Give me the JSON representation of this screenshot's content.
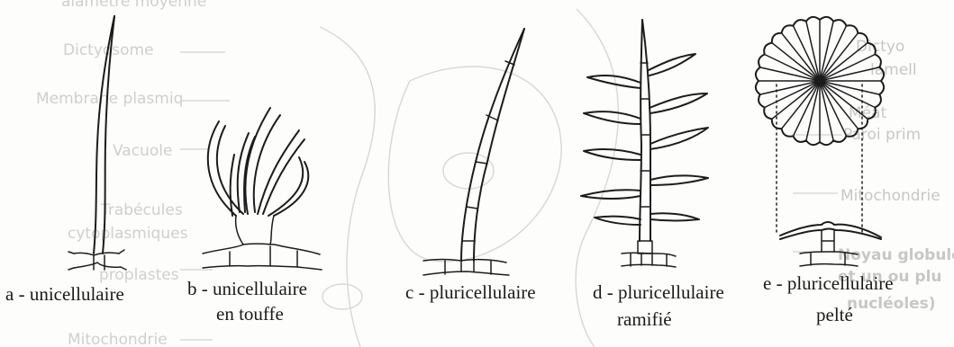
{
  "background_labels": {
    "left": [
      "aiamètre moyenne",
      "Dictyosome",
      "Membrane plasmiq",
      "Vacuole",
      "Trabécules",
      "cytoplasmiques",
      "proplastes",
      "Mitochondrie"
    ],
    "right": [
      "Dictyo",
      "lamell",
      "Méat",
      "Paroi prim",
      "Mitochondrie",
      "Noyau globuleux",
      "et un ou plu",
      "nucléoles)"
    ]
  },
  "figures": [
    {
      "id": "a",
      "caption": "a - unicellulaire",
      "caption_line2": ""
    },
    {
      "id": "b",
      "caption": "b - unicellulaire",
      "caption_line2": "en touffe"
    },
    {
      "id": "c",
      "caption": "c - pluricellulaire",
      "caption_line2": ""
    },
    {
      "id": "d",
      "caption": "d - pluricellulaire",
      "caption_line2": "ramifié"
    },
    {
      "id": "e",
      "caption": "e - pluricellulaire",
      "caption_line2": "pelté"
    }
  ],
  "colors": {
    "ink": "#1c1c1c",
    "ghost": "#cfcfcf",
    "paper": "#fdfdfc"
  }
}
